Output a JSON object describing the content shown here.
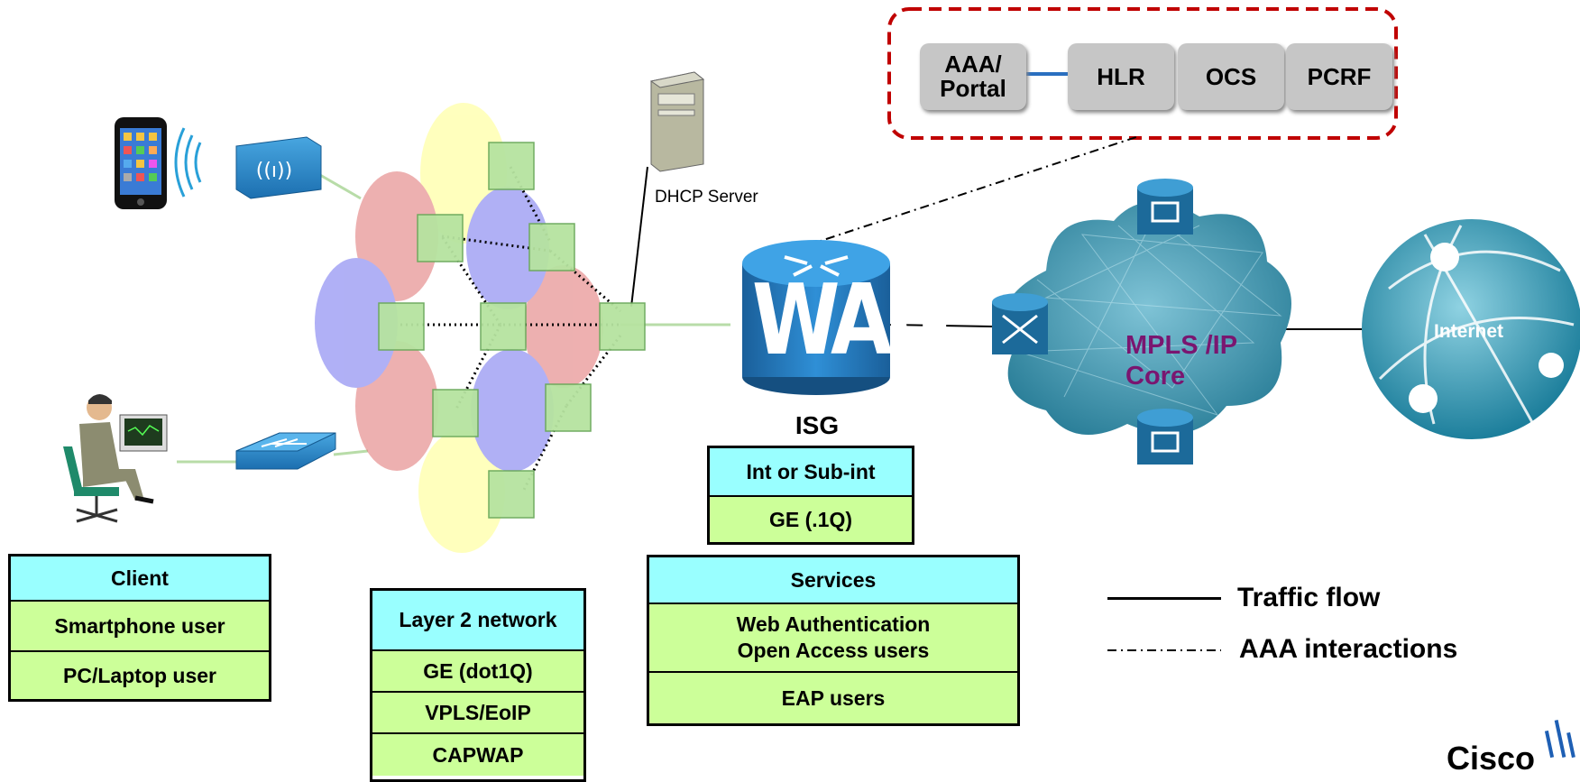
{
  "backend": {
    "servers": [
      "AAA/\nPortal",
      "HLR",
      "OCS",
      "PCRF"
    ]
  },
  "dhcp_label": "DHCP Server",
  "wag": {
    "logo": "WAG",
    "isg_label": "ISG"
  },
  "core": {
    "label": "MPLS /IP\nCore"
  },
  "internet": {
    "label": "Internet"
  },
  "isg_table": {
    "rows": [
      "Int or Sub-int",
      "GE (.1Q)"
    ]
  },
  "client_table": {
    "header": "Client",
    "rows": [
      "Smartphone user",
      "PC/Laptop user"
    ]
  },
  "l2_table": {
    "header": "Layer 2 network",
    "rows": [
      "GE (dot1Q)",
      "VPLS/EoIP",
      "CAPWAP"
    ]
  },
  "services_table": {
    "header": "Services",
    "rows": [
      "Web Authentication\nOpen Access users",
      "EAP users"
    ]
  },
  "legend": {
    "traffic": "Traffic flow",
    "aaa": "AAA interactions"
  },
  "brand": "Cisco",
  "colors": {
    "server_gray": "#c6c6c6",
    "border_red": "#c00000",
    "header_cyan": "#99ffff",
    "row_green": "#ccff99",
    "core_text": "#7a1670",
    "cisco_blue": "#1e5fb4"
  }
}
